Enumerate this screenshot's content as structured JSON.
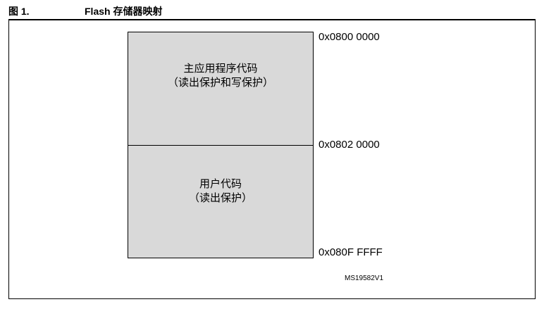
{
  "caption": {
    "figure_number": "图 1.",
    "title": "Flash 存储器映射"
  },
  "regions": [
    {
      "name": "主应用程序代码",
      "protection": "（读出保护和写保护）"
    },
    {
      "name": "用户代码",
      "protection": "（读出保护）"
    }
  ],
  "addresses": [
    "0x0800 0000",
    "0x0802 0000",
    "0x080F FFFF"
  ],
  "reference": "MS19582V1",
  "colors": {
    "block_fill": "#d9d9d9",
    "border": "#000000"
  }
}
